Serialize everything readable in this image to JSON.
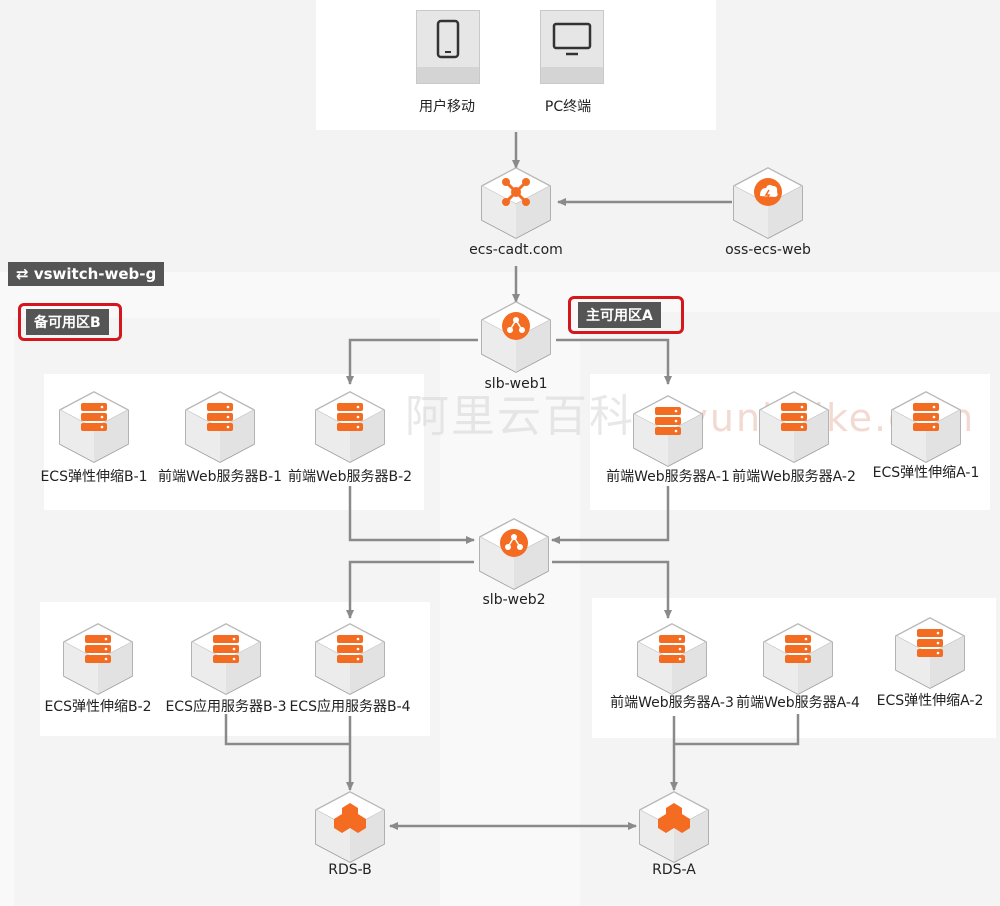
{
  "top": {
    "clients": [
      {
        "label": "用户移动",
        "icon": "mobile-phone-icon"
      },
      {
        "label": "PC终端",
        "icon": "monitor-icon"
      }
    ]
  },
  "vswitch": {
    "label": "vswitch-web-g",
    "icon": "switch-arrows-icon"
  },
  "zones": {
    "backup": {
      "label": "备可用区B"
    },
    "main": {
      "label": "主可用区A"
    }
  },
  "watermark": {
    "cn": "阿里云百科",
    "en": "aliyunbaike.com"
  },
  "nodes": {
    "cdn": {
      "label": "ecs-cadt.com",
      "icon": "cdn-icon"
    },
    "oss": {
      "label": "oss-ecs-web",
      "icon": "oss-icon"
    },
    "slb1": {
      "label": "slb-web1",
      "icon": "slb-icon"
    },
    "slb2": {
      "label": "slb-web2",
      "icon": "slb-icon"
    },
    "ecsScaleB1": {
      "label": "ECS弹性伸缩B-1",
      "icon": "server-icon"
    },
    "webB1": {
      "label": "前端Web服务器B-1",
      "icon": "server-icon"
    },
    "webB2": {
      "label": "前端Web服务器B-2",
      "icon": "server-icon"
    },
    "webA1": {
      "label": "前端Web服务器A-1",
      "icon": "server-icon"
    },
    "webA2": {
      "label": "前端Web服务器A-2",
      "icon": "server-icon"
    },
    "ecsScaleA1": {
      "label": "ECS弹性伸缩A-1",
      "icon": "server-icon"
    },
    "ecsScaleB2": {
      "label": "ECS弹性伸缩B-2",
      "icon": "server-icon"
    },
    "appB3": {
      "label": "ECS应用服务器B-3",
      "icon": "server-icon"
    },
    "appB4": {
      "label": "ECS应用服务器B-4",
      "icon": "server-icon"
    },
    "webA3": {
      "label": "前端Web服务器A-3",
      "icon": "server-icon"
    },
    "webA4": {
      "label": "前端Web服务器A-4",
      "icon": "server-icon"
    },
    "ecsScaleA2": {
      "label": "ECS弹性伸缩A-2",
      "icon": "server-icon"
    },
    "rdsB": {
      "label": "RDS-B",
      "icon": "rds-icon"
    },
    "rdsA": {
      "label": "RDS-A",
      "icon": "rds-icon"
    }
  },
  "colors": {
    "accent": "#f36c21",
    "line": "#8a8a8a",
    "zoneTag": "#555555",
    "highlight": "#d3171d"
  }
}
